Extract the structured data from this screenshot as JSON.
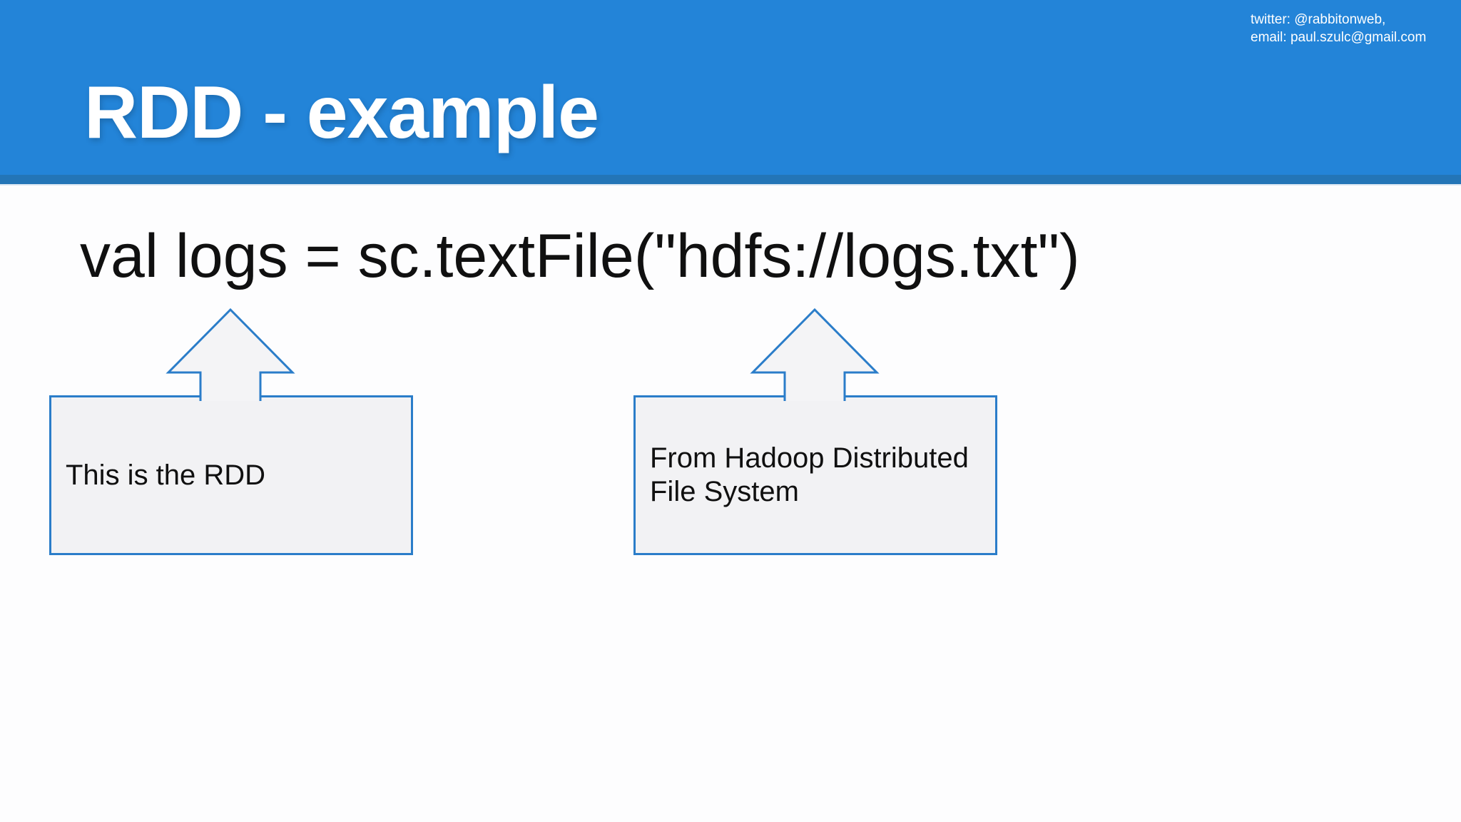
{
  "header": {
    "title": "RDD - example",
    "contact": {
      "line1": "twitter: @rabbitonweb,",
      "line2": "email: paul.szulc@gmail.com"
    }
  },
  "content": {
    "code": "val logs = sc.textFile(\"hdfs://logs.txt\")",
    "callouts": [
      {
        "id": "rdd",
        "text": "This is the RDD"
      },
      {
        "id": "hdfs",
        "text": "From Hadoop Distributed File System"
      }
    ]
  },
  "colors": {
    "header_blue": "#2384d8",
    "header_strip_blue": "#2375b7",
    "header_strip_light": "#dbe7f3",
    "callout_border_blue": "#2b7dc9",
    "callout_fill": "#f2f2f4",
    "arrow_fill": "#f4f4f6",
    "title_text": "#ffffff",
    "body_text": "#101010"
  }
}
